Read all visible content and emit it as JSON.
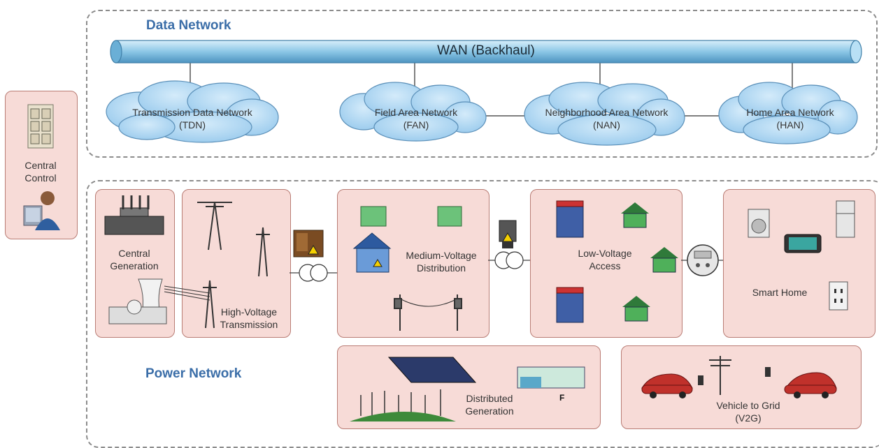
{
  "data_network": {
    "title": "Data Network",
    "backbone": "WAN (Backhaul)",
    "clouds": [
      {
        "line1": "Transmission Data Network",
        "line2": "(TDN)"
      },
      {
        "line1": "Field Area Network",
        "line2": "(FAN)"
      },
      {
        "line1": "Neighborhood Area Network",
        "line2": "(NAN)"
      },
      {
        "line1": "Home Area Network",
        "line2": "(HAN)"
      }
    ]
  },
  "central_control": {
    "line1": "Central",
    "line2": "Control"
  },
  "power_network": {
    "title": "Power Network",
    "central_generation": {
      "line1": "Central",
      "line2": "Generation"
    },
    "hv_transmission": {
      "line1": "High-Voltage",
      "line2": "Transmission"
    },
    "mv_distribution": {
      "line1": "Medium-Voltage",
      "line2": "Distribution"
    },
    "lv_access": {
      "line1": "Low-Voltage",
      "line2": "Access"
    },
    "smart_home": {
      "label": "Smart Home"
    },
    "distributed_generation": {
      "line1": "Distributed",
      "line2": "Generation"
    },
    "v2g": {
      "line1": "Vehicle to Grid",
      "line2": "(V2G)"
    }
  },
  "colors": {
    "pipe": "#7fbfe0",
    "cloud": "#a9d3f0",
    "box_fill": "#f7dbd7",
    "title": "#3b6ea8"
  }
}
